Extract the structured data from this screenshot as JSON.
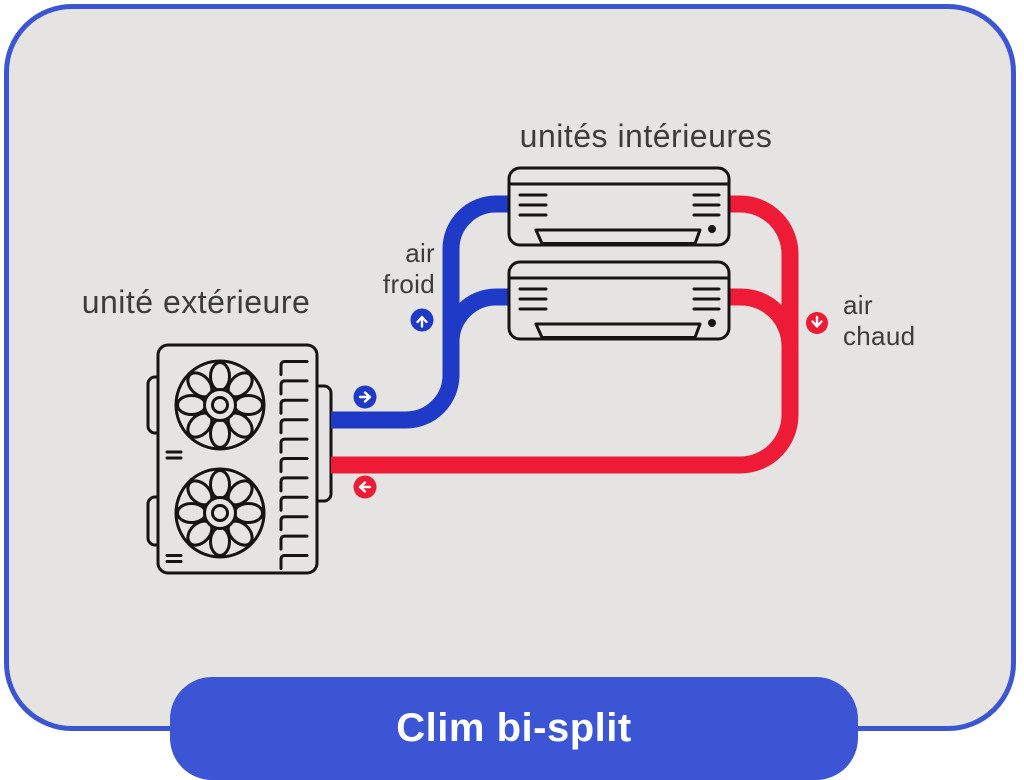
{
  "title": "Clim bi-split",
  "labels": {
    "indoor_units": "unités intérieures",
    "outdoor_unit": "unité extérieure",
    "cold_air_line1": "air",
    "cold_air_line2": "froid",
    "hot_air_line1": "air",
    "hot_air_line2": "chaud"
  },
  "colors": {
    "background": "#e5e4e2",
    "frame_blue": "#3c55d4",
    "pipe_cold_blue": "#1e3ac6",
    "pipe_hot_red": "#ed1b35",
    "outline_black": "#141414",
    "label_text": "#3c3c3a",
    "title_text": "#ffffff"
  }
}
